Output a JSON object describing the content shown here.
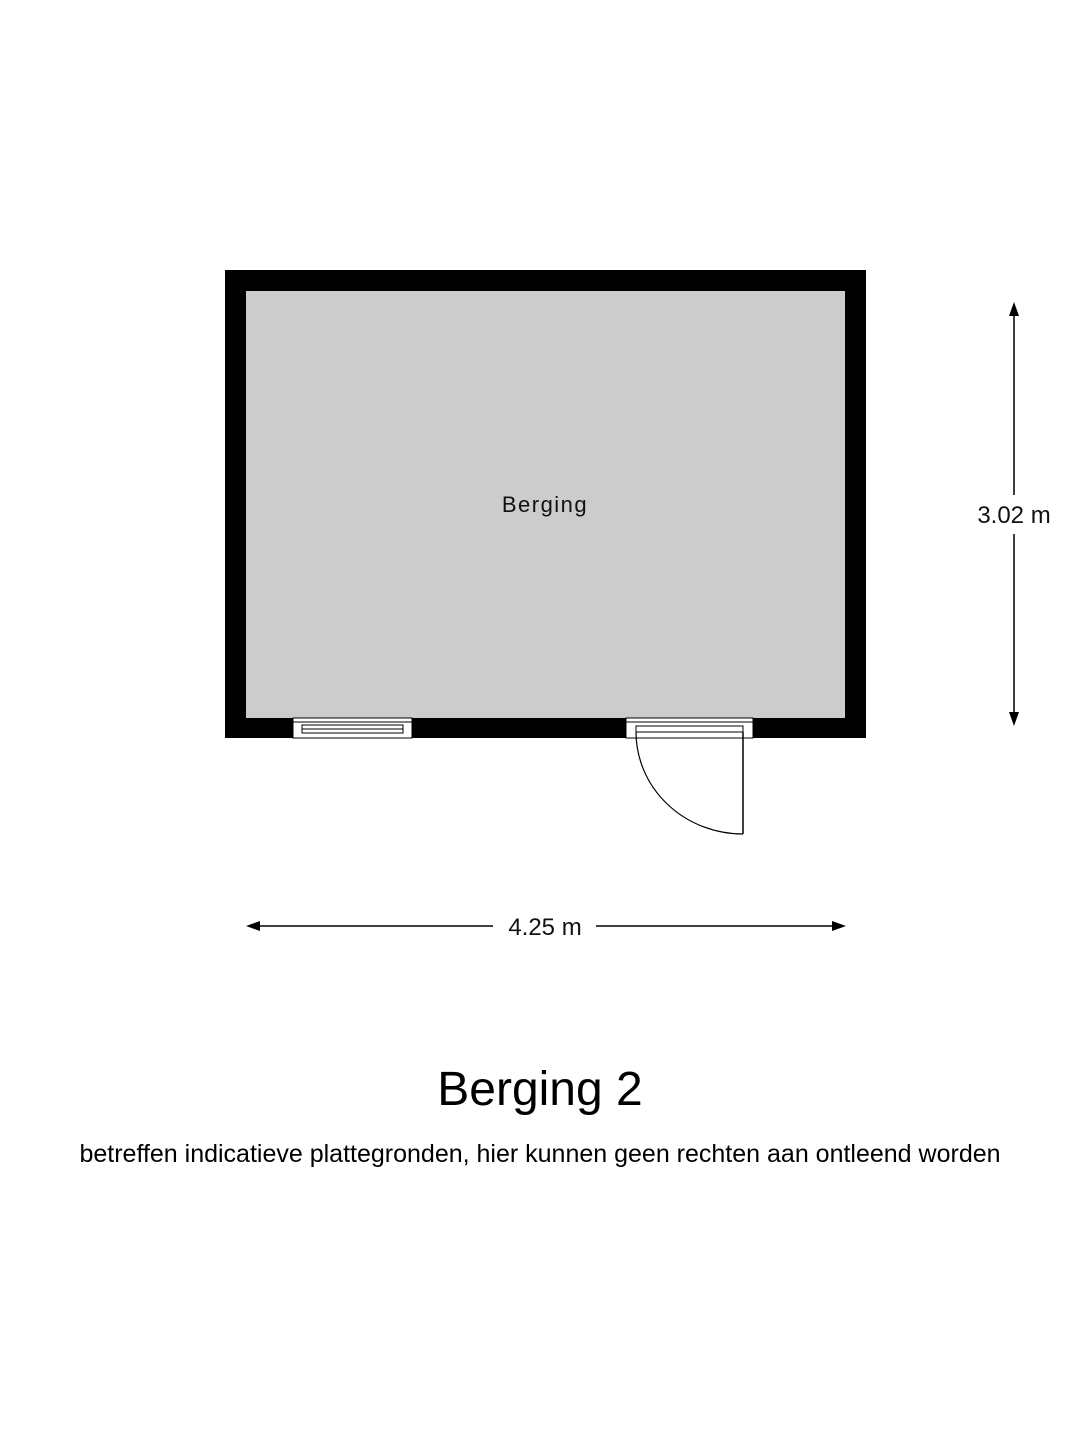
{
  "room": {
    "label": "Berging",
    "fill_color": "#cccccc",
    "wall_color": "#000000"
  },
  "dimensions": {
    "width_label": "4.25 m",
    "height_label": "3.02 m"
  },
  "title": "Berging 2",
  "disclaimer": "betreffen indicatieve plattegronden, hier kunnen geen rechten aan ontleend worden"
}
